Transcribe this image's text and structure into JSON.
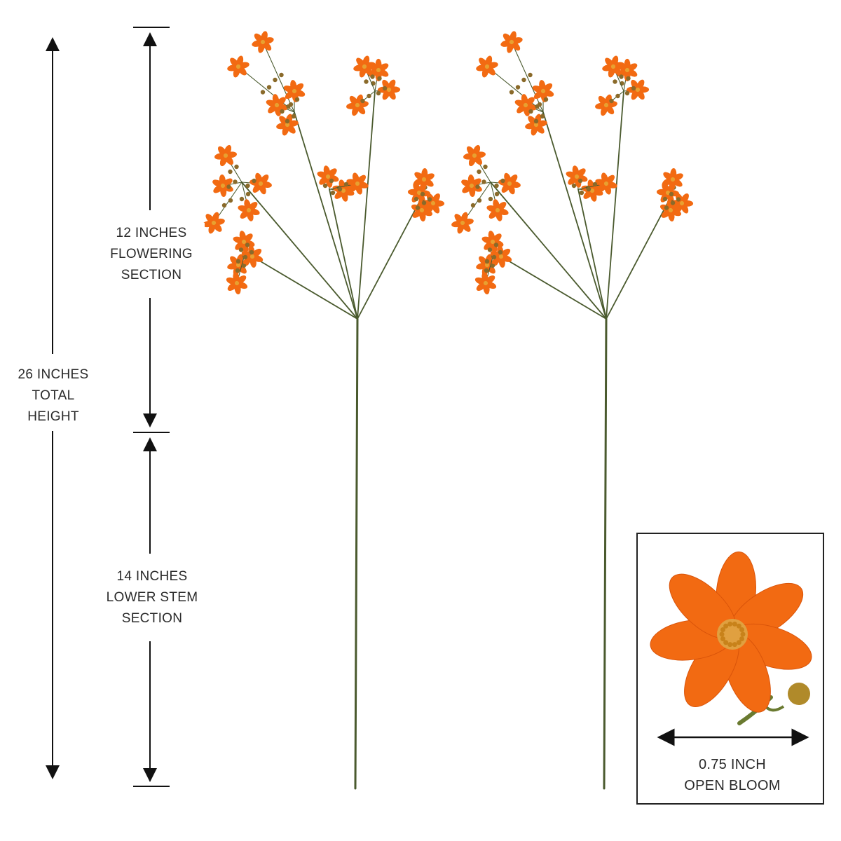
{
  "dimensions": {
    "total": {
      "value": "26 INCHES",
      "line2": "TOTAL",
      "line3": "HEIGHT"
    },
    "flowering": {
      "value": "12 INCHES",
      "line2": "FLOWERING",
      "line3": "SECTION"
    },
    "lower_stem": {
      "value": "14 INCHES",
      "line2": "LOWER STEM",
      "line3": "SECTION"
    }
  },
  "inset": {
    "size": "0.75 INCH",
    "caption": "OPEN BLOOM"
  },
  "colors": {
    "petal": "#f26a12",
    "petal_dark": "#d9540a",
    "stem": "#4a5a2e",
    "bud": "#8a6a2a",
    "line": "#111111"
  }
}
